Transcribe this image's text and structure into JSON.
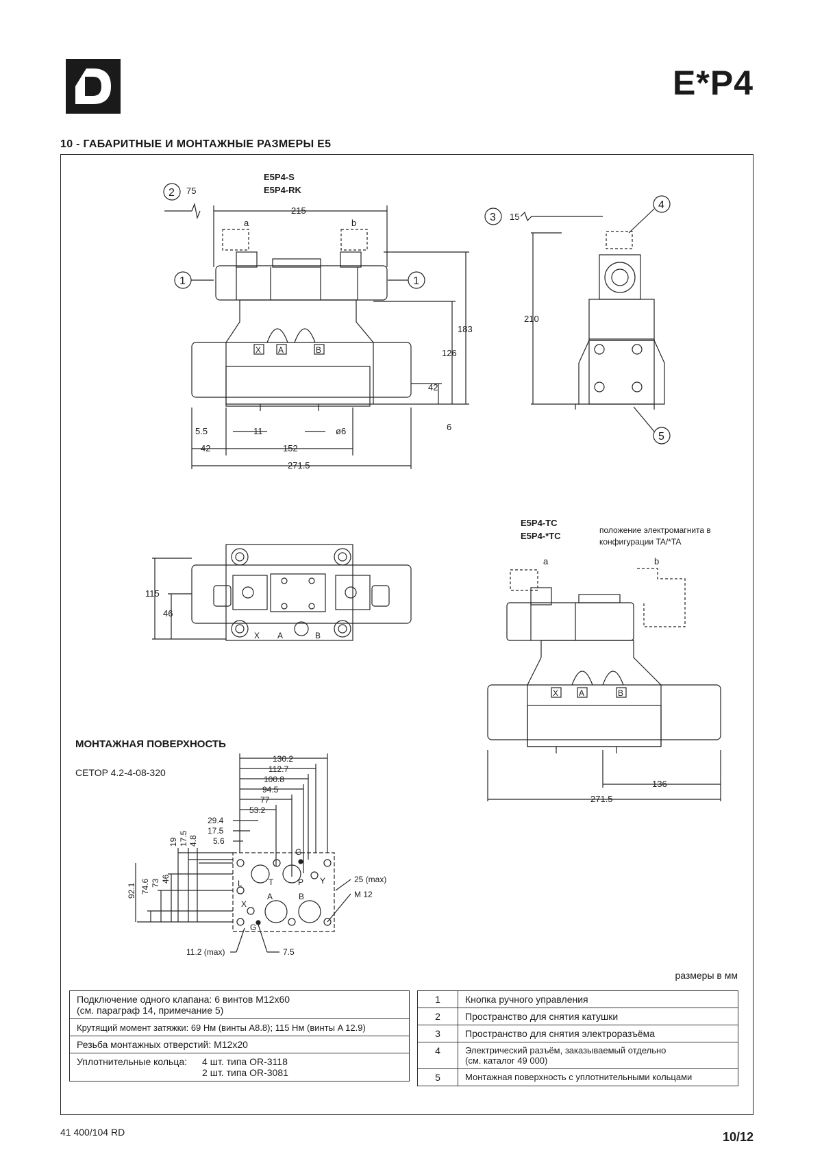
{
  "header": {
    "product_code": "E*P4",
    "section_title": "10 - ГАБАРИТНЫЕ И МОНТАЖНЫЕ РАЗМЕРЫ E5"
  },
  "top_view": {
    "models": [
      "E5P4-S",
      "E5P4-RK"
    ],
    "solenoid_a": "a",
    "solenoid_b": "b",
    "port_labels": [
      "X",
      "A",
      "B"
    ],
    "dimensions": {
      "d75": "75",
      "d215": "215",
      "d183": "183",
      "d126": "126",
      "d42v": "42",
      "d6v": "6",
      "d5_5": "5.5",
      "d11": "11",
      "d_phi6": "ø6",
      "d42h": "42",
      "d152": "152",
      "d271_5": "271.5"
    }
  },
  "side_view": {
    "dimensions": {
      "d15": "15",
      "d210": "210"
    }
  },
  "callouts": [
    "1",
    "2",
    "3",
    "4",
    "5"
  ],
  "plan_view": {
    "dimensions": {
      "d115": "115",
      "d46": "46"
    },
    "port_labels": [
      "X",
      "A",
      "B"
    ]
  },
  "tc_view": {
    "models": [
      "E5P4-TC",
      "E5P4-*TC"
    ],
    "note_line1": "положение электромагнита в",
    "note_line2": "конфигурации TA/*TA",
    "solenoid_a": "a",
    "solenoid_b": "b",
    "port_labels": [
      "X",
      "A",
      "B"
    ],
    "dimensions": {
      "d136": "136",
      "d271_5": "271.5"
    }
  },
  "mounting": {
    "title": "МОНТАЖНАЯ ПОВЕРХНОСТЬ",
    "standard": "CETOP 4.2-4-08-320",
    "horiz_dims": [
      "130.2",
      "112.7",
      "100.8",
      "94.5",
      "77",
      "53.2",
      "29.4",
      "17.5",
      "5.6"
    ],
    "vert_dims": [
      "19",
      "17.5",
      "4.8",
      "46",
      "73",
      "74.6",
      "92.1"
    ],
    "port_labels": {
      "P": "P",
      "T": "T",
      "A": "A",
      "B": "B",
      "X": "X",
      "Y": "Y",
      "L": "L",
      "G_top": "G",
      "G_bottom": "G"
    },
    "notes": {
      "max25": "25 (max)",
      "m12": "M 12",
      "max11_2": "11.2 (max)",
      "d7_5": "7.5"
    }
  },
  "units_note": "размеры в мм",
  "left_table": {
    "row1_line1": "Подключение одного клапана: 6 винтов M12x60",
    "row1_line2": "(см. параграф 14, примечание 5)",
    "row2": "Крутящий момент затяжки: 69 Нм (винты A8.8);  115 Нм (винты A 12.9)",
    "row3": "Резьба монтажных отверстий: M12x20",
    "row4_label": "Уплотнительные кольца:",
    "row4_value1": "4 шт. типа OR-3118",
    "row4_value2": "2 шт. типа OR-3081"
  },
  "legend": [
    {
      "num": "1",
      "text": "Кнопка ручного управления"
    },
    {
      "num": "2",
      "text": "Пространство для снятия катушки"
    },
    {
      "num": "3",
      "text": "Пространство для снятия электроразъёма"
    },
    {
      "num": "4",
      "text_line1": "Электрический разъём, заказываемый отдельно",
      "text_line2": "(см. каталог 49 000)"
    },
    {
      "num": "5",
      "text": "Монтажная поверхность с уплотнительными кольцами"
    }
  ],
  "footer": {
    "doc_number": "41 400/104 RD",
    "page_number": "10/12"
  }
}
